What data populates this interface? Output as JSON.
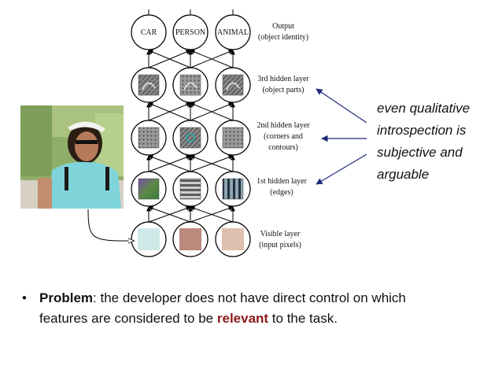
{
  "network": {
    "output_nodes": [
      "CAR",
      "PERSON",
      "ANIMAL"
    ],
    "layers": [
      {
        "title": "Output",
        "subtitle": "(object identity)"
      },
      {
        "title": "3rd hidden layer",
        "subtitle": "(object parts)"
      },
      {
        "title": "2nd hidden layer",
        "subtitle": "(corners and",
        "subtitle2": "contours)"
      },
      {
        "title": "1st hidden layer",
        "subtitle": "(edges)"
      },
      {
        "title": "Visible layer",
        "subtitle": "(input pixels)"
      }
    ],
    "visible_colors": [
      "#cfe9e8",
      "#bb8a7d",
      "#dfbfae"
    ]
  },
  "annotation": {
    "line1": "even qualitative",
    "line2": "introspection is",
    "line3": "subjective and",
    "line4": "arguable",
    "arrow_color": "#1f2a7a"
  },
  "bullet": {
    "symbol": "•",
    "term": "Problem",
    "text1": ": the developer does not have direct control on which",
    "text2": "features are considered to be ",
    "highlight": "relevant",
    "text3": " to the task.",
    "highlight_color": "#8b1a1a"
  }
}
